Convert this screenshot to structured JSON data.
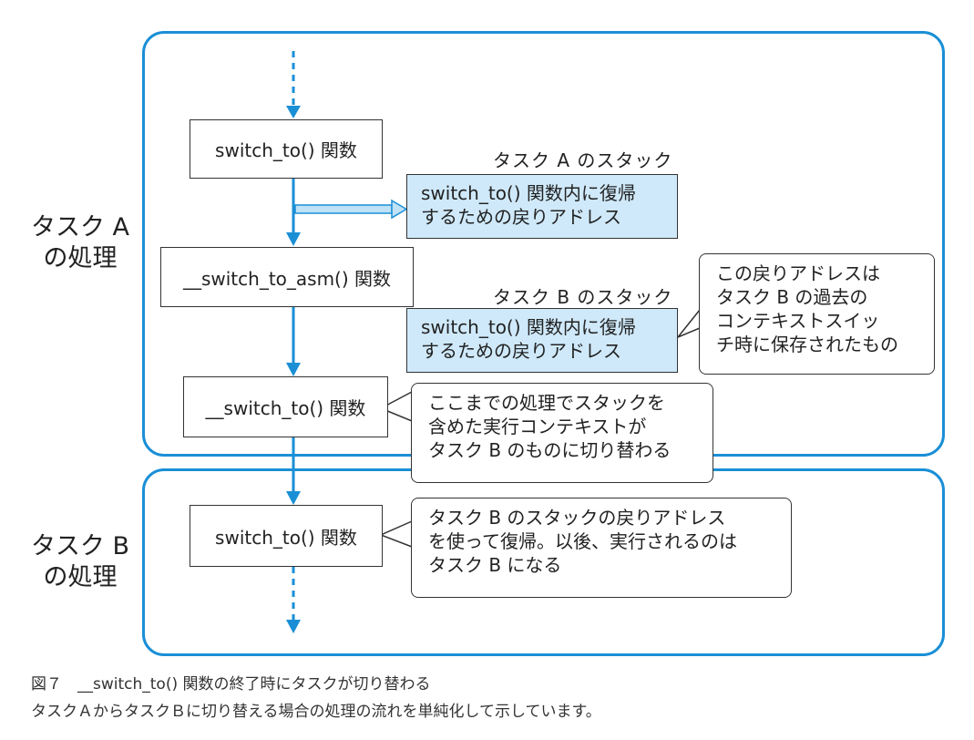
{
  "regions": {
    "task_a_label": "タスク A\nの処理",
    "task_b_label": "タスク B\nの処理"
  },
  "functions": {
    "switch_to_a": "switch_to() 関数",
    "switch_to_asm": "__switch_to_asm() 関数",
    "__switch_to": "__switch_to() 関数",
    "switch_to_b": "switch_to() 関数"
  },
  "stacks": {
    "a_title": "タスク A のスタック",
    "a_lines": [
      "switch_to() 関数内に復帰",
      "するための戻りアドレス"
    ],
    "b_title": "タスク B のスタック",
    "b_lines": [
      "switch_to() 関数内に復帰",
      "するための戻りアドレス"
    ]
  },
  "callouts": {
    "past_switch": [
      "この戻りアドレスは",
      "タスク B の過去の",
      "コンテキストスイッ",
      "チ時に保存されたもの"
    ],
    "context_switched": [
      "ここまでの処理でスタックを",
      "含めた実行コンテキストが",
      "タスク B のものに切り替わる"
    ],
    "return_b": [
      "タスク B のスタックの戻りアドレス",
      "を使って復帰。以後、実行されるのは",
      "タスク B になる"
    ]
  },
  "caption": {
    "title": "図７　__switch_to() 関数の終了時にタスクが切り替わる",
    "body": "タスクＡからタスクＢに切り替える場合の処理の流れを単純化して示しています。"
  },
  "colors": {
    "region_border": "#1a8fd6",
    "arrow": "#1a8fd6",
    "stack_fill": "#cfe9fa"
  }
}
